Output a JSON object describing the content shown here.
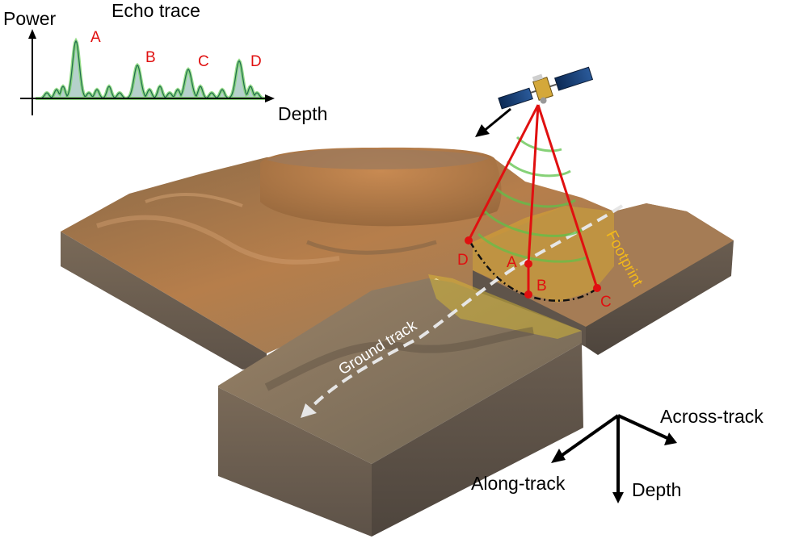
{
  "echo_trace": {
    "title": "Echo trace",
    "y_axis_label": "Power",
    "x_axis_label": "Depth",
    "peaks": [
      {
        "label": "A",
        "relative_power": 0.95
      },
      {
        "label": "B",
        "relative_power": 0.55
      },
      {
        "label": "C",
        "relative_power": 0.48
      },
      {
        "label": "D",
        "relative_power": 0.62
      }
    ]
  },
  "scene": {
    "ground_track_label": "Ground track",
    "footprint_label": "Footprint",
    "beam_points": [
      {
        "label": "D"
      },
      {
        "label": "A"
      },
      {
        "label": "B"
      },
      {
        "label": "C"
      }
    ]
  },
  "axes": {
    "along_track": "Along-track",
    "across_track": "Across-track",
    "depth": "Depth"
  },
  "colors": {
    "beam": "#e01010",
    "peak_label": "#e01010",
    "footprint": "#f0c020",
    "echo_fill": "#2a7a6a",
    "echo_glow": "#7bd36a",
    "ground_track": "#e6e6e6",
    "terrain_top": "#b07a45",
    "terrain_side": "#6e6154"
  },
  "icons": {
    "satellite": "satellite-icon",
    "direction": "arrow-icon"
  }
}
